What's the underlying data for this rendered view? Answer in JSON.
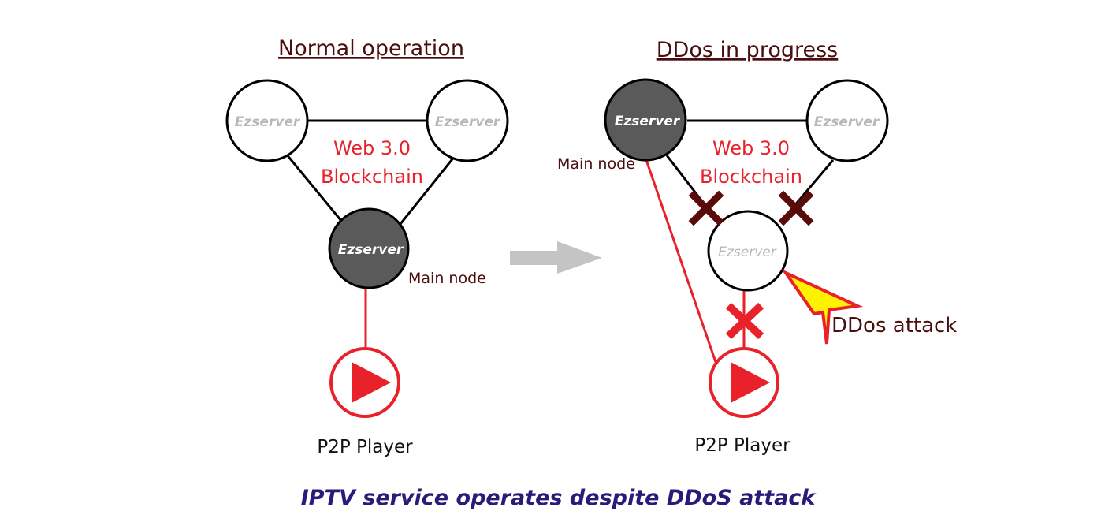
{
  "left_panel": {
    "title": "Normal operation",
    "nodes": [
      {
        "label": "Ezserver",
        "state": "idle"
      },
      {
        "label": "Ezserver",
        "state": "idle"
      },
      {
        "label": "Ezserver",
        "state": "main"
      }
    ],
    "center_label_line1": "Web 3.0",
    "center_label_line2": "Blockchain",
    "main_node_label": "Main node",
    "player_label": "P2P Player"
  },
  "right_panel": {
    "title": "DDos in progress",
    "nodes": [
      {
        "label": "Ezserver",
        "state": "main"
      },
      {
        "label": "Ezserver",
        "state": "idle"
      },
      {
        "label": "Ezserver",
        "state": "attacked"
      }
    ],
    "center_label_line1": "Web 3.0",
    "center_label_line2": "Blockchain",
    "main_node_label": "Main node",
    "attack_label": "DDos attack",
    "player_label": "P2P Player"
  },
  "caption": "IPTV service operates despite DDoS attack",
  "colors": {
    "main_node_fill": "#5a5a5a",
    "idle_node_text": "#b8b8b8",
    "main_node_text": "#ffffff",
    "stream_line": "#e8212b",
    "broken_link_x": "#5a0a0a",
    "broken_stream_x": "#e8212b",
    "attack_bolt_fill": "#fff200",
    "attack_bolt_stroke": "#e8212b",
    "arrow": "#c4c4c4"
  }
}
